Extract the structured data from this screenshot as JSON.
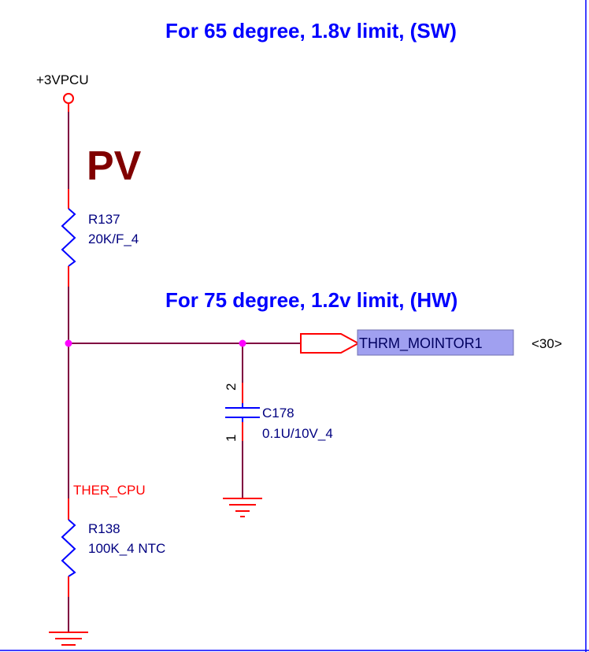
{
  "notes": {
    "sw_limit": "For 65 degree, 1.8v limit,  (SW)",
    "hw_limit": "For 75 degree, 1.2v limit,  (HW)",
    "stamp": "PV"
  },
  "power": {
    "net": "+3VPCU"
  },
  "r137": {
    "ref": "R137",
    "value": "20K/F_4"
  },
  "r138": {
    "ref": "R138",
    "value": "100K_4 NTC"
  },
  "c178": {
    "ref": "C178",
    "value": "0.1U/10V_4",
    "pin_top": "2",
    "pin_bottom": "1"
  },
  "nets": {
    "ther_cpu": "THER_CPU"
  },
  "port": {
    "label": "THRM_MOINTOR1",
    "page_ref": "<30>"
  },
  "colors": {
    "wire": "#800040",
    "pin": "#ff0000",
    "body": "#0000ff",
    "junction": "#ff00ff",
    "port_fill": "#a0a0f0"
  }
}
